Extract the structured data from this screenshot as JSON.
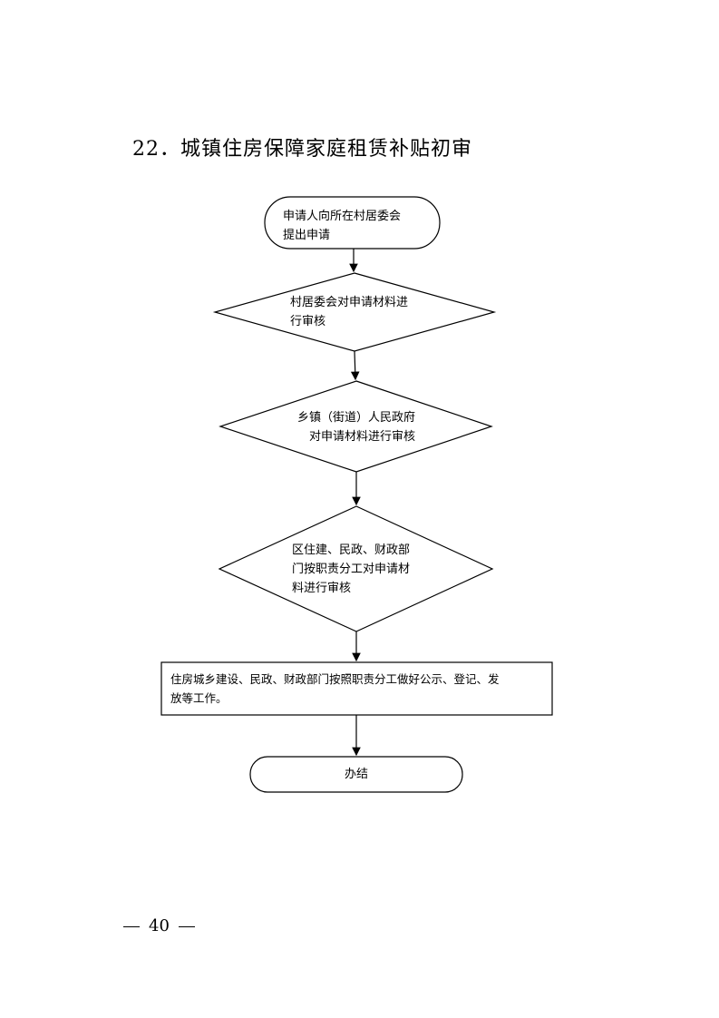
{
  "document": {
    "title": "22．城镇住房保障家庭租赁补贴初审",
    "page_number": "40"
  },
  "flowchart": {
    "nodes": [
      {
        "id": "start",
        "shape": "rounded-rect",
        "lines": [
          "申请人向所在村居委会",
          "提出申请"
        ]
      },
      {
        "id": "review-1",
        "shape": "diamond",
        "lines": [
          "村居委会对申请材料进",
          "行审核"
        ]
      },
      {
        "id": "review-2",
        "shape": "diamond",
        "lines": [
          "乡镇（街道）人民政府",
          "对申请材料进行审核"
        ]
      },
      {
        "id": "review-3",
        "shape": "diamond",
        "lines": [
          "区住建、民政、财政部",
          "门按职责分工对申请材",
          "料进行审核"
        ]
      },
      {
        "id": "process",
        "shape": "rect",
        "lines": [
          "住房城乡建设、民政、财政部门按照职责分工做好公示、登记、发",
          "放等工作。"
        ]
      },
      {
        "id": "end",
        "shape": "rounded-rect",
        "lines": [
          "办结"
        ]
      }
    ]
  }
}
